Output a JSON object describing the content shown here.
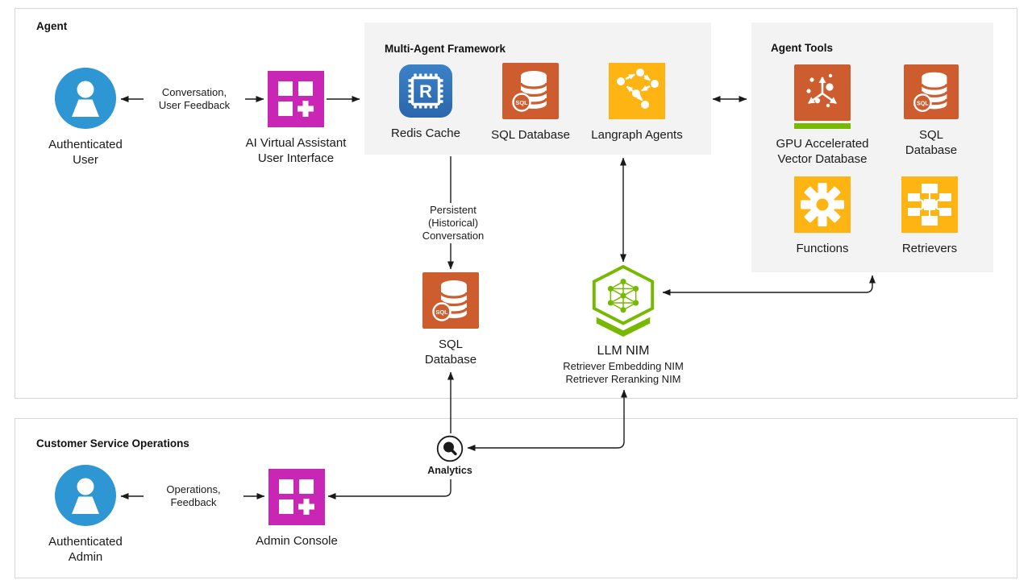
{
  "sections": {
    "agent": {
      "title": "Agent"
    },
    "customer_service_operations": {
      "title": "Customer Service Operations"
    },
    "multi_agent_framework": {
      "title": "Multi-Agent Framework"
    },
    "agent_tools": {
      "title": "Agent Tools"
    }
  },
  "nodes": {
    "authenticated_user": {
      "label": "Authenticated\nUser",
      "icon": "user-icon"
    },
    "ai_virtual_assistant_ui": {
      "label": "AI Virtual Assistant\nUser Interface",
      "icon": "app-grid-plus-icon"
    },
    "redis_cache": {
      "label": "Redis Cache",
      "icon": "redis-chip-icon"
    },
    "sql_database_framework": {
      "label": "SQL Database",
      "icon": "sql-database-icon"
    },
    "langraph_agents": {
      "label": "Langraph Agents",
      "icon": "graph-nodes-icon"
    },
    "gpu_vector_database": {
      "label": "GPU Accelerated\nVector Database",
      "icon": "vector-axes-icon"
    },
    "sql_database_tools": {
      "label": "SQL\nDatabase",
      "icon": "sql-database-icon"
    },
    "functions": {
      "label": "Functions",
      "icon": "gear-icon"
    },
    "retrievers": {
      "label": "Retrievers",
      "icon": "network-blocks-icon"
    },
    "sql_database_persistent": {
      "label": "SQL\nDatabase",
      "icon": "sql-database-icon"
    },
    "llm_nim": {
      "title": "LLM NIM",
      "subtitle": "Retriever Embedding NIM\nRetriever Reranking NIM",
      "icon": "nim-hexagon-icon"
    },
    "analytics": {
      "label": "Analytics",
      "icon": "magnifier-icon"
    },
    "authenticated_admin": {
      "label": "Authenticated\nAdmin",
      "icon": "user-icon"
    },
    "admin_console": {
      "label": "Admin Console",
      "icon": "app-grid-plus-icon"
    }
  },
  "edges": {
    "user_ui": {
      "label": "Conversation,\nUser Feedback"
    },
    "persistent": {
      "label": "Persistent\n(Historical)\nConversation"
    },
    "operations": {
      "label": "Operations,\nFeedback"
    }
  },
  "colors": {
    "user_blue": "#2E96D2",
    "magenta": "#C926B5",
    "orange": "#CD5D2E",
    "yellow": "#FEB513",
    "nvidia_green": "#76B900",
    "redis_blue": "#2F71B6",
    "panel_gray": "#F3F3F3",
    "border_gray": "#D6D6D6",
    "line_black": "#1A1A1A"
  }
}
